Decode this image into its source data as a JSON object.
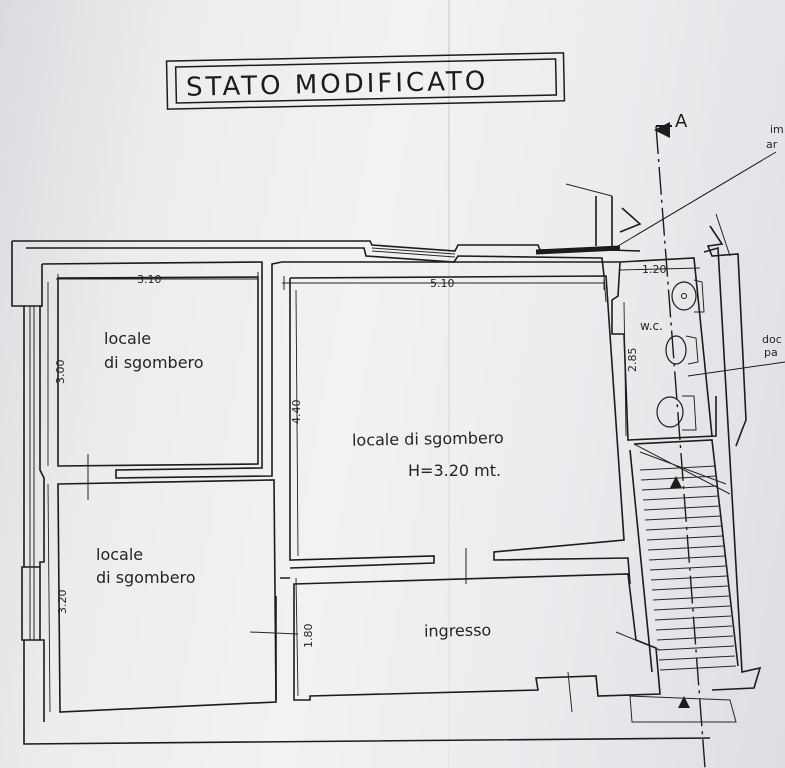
{
  "title": "STATO MODIFICATO",
  "section_marker": "A",
  "rooms": {
    "top_left": [
      "locale",
      "di sgombero"
    ],
    "bottom_left": [
      "locale",
      "di sgombero"
    ],
    "central": [
      "locale di sgombero",
      "H=3.20 mt."
    ],
    "entrance": "ingresso",
    "wc": "w.c."
  },
  "dimensions": {
    "top_left_width": "3.10",
    "top_left_height": "3.00",
    "bottom_left_height": "3.20",
    "central_width": "5.10",
    "central_height": "4.40",
    "entrance_height": "1.80",
    "wc_width": "1.20",
    "wc_height": "2.85"
  },
  "side_notes": {
    "top": [
      "im",
      "ar"
    ],
    "right": [
      "doc",
      "pa"
    ]
  },
  "colors": {
    "ink": "#1c1c1c",
    "paper": "#eeeced"
  }
}
